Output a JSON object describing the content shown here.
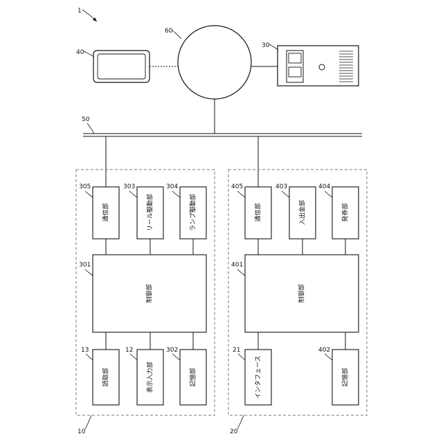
{
  "figure_ref": "1",
  "network_ref": "60",
  "tablet_ref": "40",
  "server_ref": "30",
  "bus_ref": "50",
  "unit10": {
    "ref": "10",
    "blocks": {
      "comm": {
        "ref": "305",
        "label": "通信部"
      },
      "reel": {
        "ref": "303",
        "label": "リール駆動部"
      },
      "lamp": {
        "ref": "304",
        "label": "ランプ駆動部"
      },
      "control": {
        "ref": "301",
        "label": "制御部"
      },
      "reader": {
        "ref": "13",
        "label": "読取部"
      },
      "display": {
        "ref": "12",
        "label": "表示入力部"
      },
      "storage": {
        "ref": "302",
        "label": "記憶部"
      }
    }
  },
  "unit20": {
    "ref": "20",
    "blocks": {
      "comm": {
        "ref": "405",
        "label": "通信部"
      },
      "cash": {
        "ref": "403",
        "label": "入出金部"
      },
      "ticket": {
        "ref": "404",
        "label": "発券部"
      },
      "control": {
        "ref": "401",
        "label": "制御部"
      },
      "interface": {
        "ref": "21",
        "label": "インタフェース"
      },
      "storage": {
        "ref": "402",
        "label": "記憶部"
      }
    }
  }
}
